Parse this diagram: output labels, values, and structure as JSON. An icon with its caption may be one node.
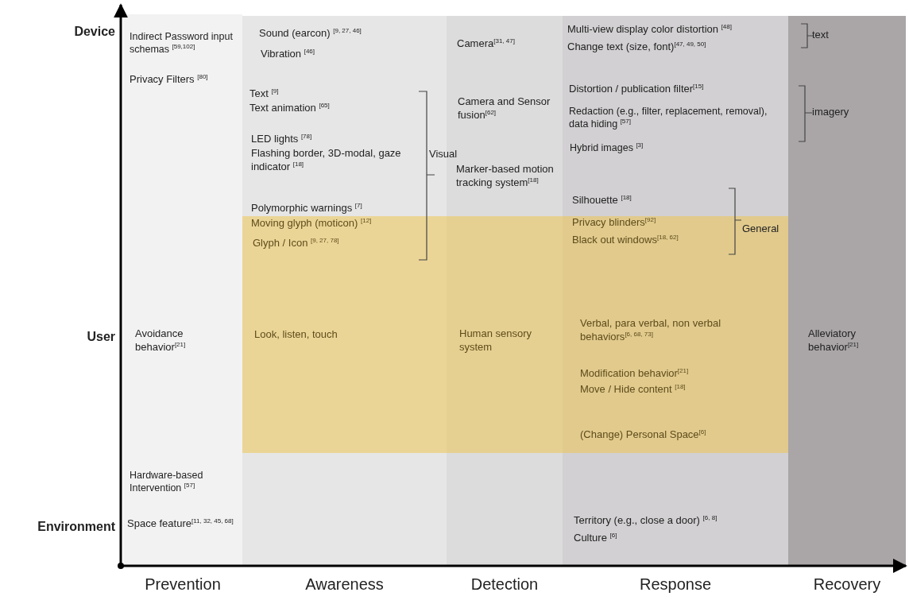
{
  "diagram": {
    "labels": [
      "Device",
      "Indirect Password input schemas $^{[59,102]}$",
      "Privacy Filters $^{[80]}$",
      "Sound (earcon) $^{[9, 27, 46]}$",
      "Vibration $^{[46]}$",
      "Camera$^{[31, 47]}$",
      "Multi-view display color distortion $^{[48]}$",
      "Change text (size, font)$^{[47, 49, 50]}$",
      "text",
      "Text $^{[9]}$",
      "Text animation $^{[65]}$",
      "Camera and Sensor fusion$^{[62]}$",
      "Distortion /  publication filter$^{[15]}$",
      "Redaction (e.g., filter, replacement, removal), data hiding $^{[57]}$",
      "imagery",
      "LED lights $^{[78]}$",
      "Flashing border, 3D-modal, gaze indicator $^{[18]}$",
      "Hybrid images $^{[3]}$",
      "Visual",
      "Marker-based motion tracking system$^{[18]}$",
      "Polymorphic warnings $^{[7]}$",
      "Silhouette $^{[18]}$",
      "Moving glyph (moticon) $^{[12]}$",
      "Privacy blinders$^{[92]}$",
      "General",
      "Black out windows$^{[18, 62]}$",
      "Glyph / Icon $^{[9, 27, 78]}$",
      "User",
      "Avoidance behavior$^{[21]}$",
      "Look, listen, touch",
      "Human sensory system",
      "Verbal, para verbal, non verbal behaviors$^{[6, 68, 73]}$",
      "Alleviatory behavior$^{[21]}$",
      "Modification behavior$^{[21]}$",
      "Move / Hide content $^{[18]}$",
      "(Change) Personal Space$^{[6]}$",
      "Hardware-based Intervention $^{[57]}$",
      "Environment",
      "Space feature$^{[11, 32, 45, 68]}$",
      "Territory (e.g., close a door) $^{[6, 8]}$",
      "Culture $^{[6]}$",
      "Prevention",
      "Awareness",
      "Detection",
      "Response",
      "Recovery"
    ]
  }
}
